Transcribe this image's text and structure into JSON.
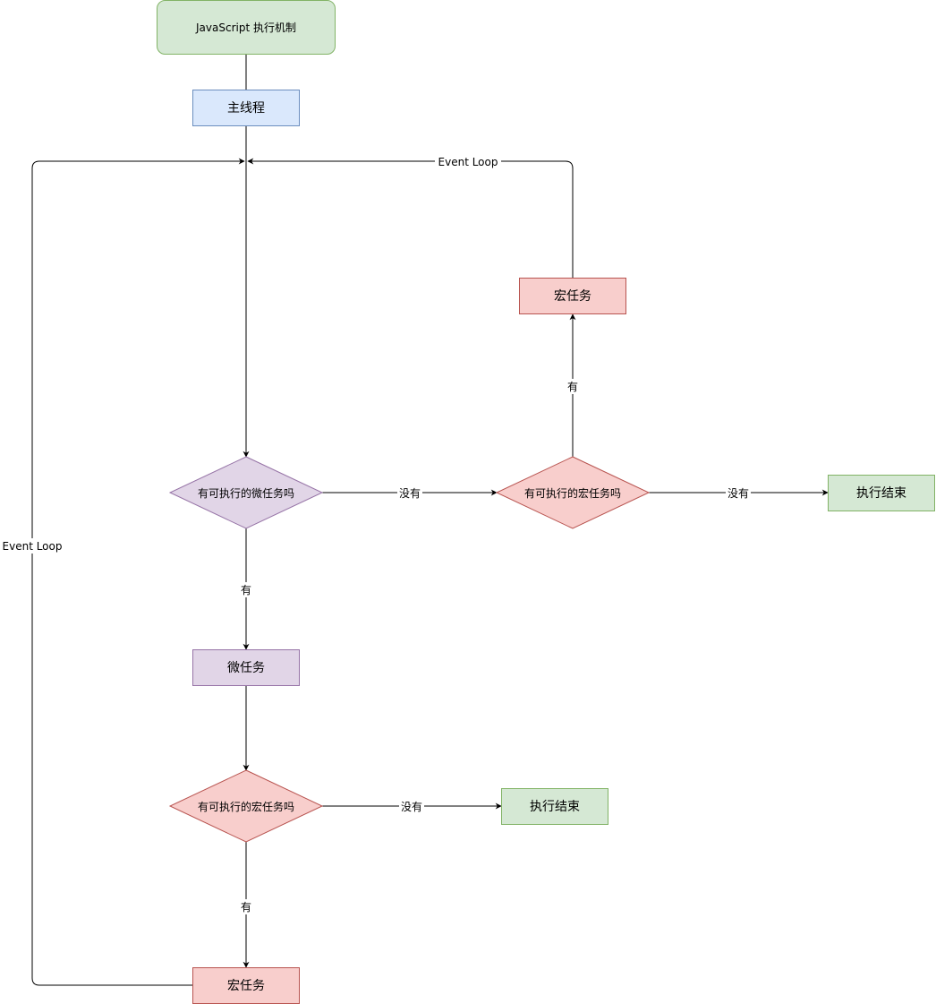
{
  "nodes": {
    "start": {
      "label": "JavaScript 执行机制"
    },
    "main_thread": {
      "label": "主线程"
    },
    "macro_task_top": {
      "label": "宏任务"
    },
    "micro_decision": {
      "label": "有可执行的微任务吗"
    },
    "macro_decision_right": {
      "label": "有可执行的宏任务吗"
    },
    "end_right": {
      "label": "执行结束"
    },
    "micro_task": {
      "label": "微任务"
    },
    "macro_decision_bottom": {
      "label": "有可执行的宏任务吗"
    },
    "end_middle": {
      "label": "执行结束"
    },
    "macro_task_bottom": {
      "label": "宏任务"
    }
  },
  "edges": {
    "loop_top_label": "Event Loop",
    "loop_left_label": "Event Loop",
    "micro_no": "没有",
    "macro_right_no": "没有",
    "macro_right_yes": "有",
    "micro_yes": "有",
    "macro_bottom_no": "没有",
    "macro_bottom_yes": "有"
  },
  "colors": {
    "green_fill": "#d5e8d4",
    "green_stroke": "#82b366",
    "blue_fill": "#dae8fc",
    "blue_stroke": "#6c8ebf",
    "red_fill": "#f8cecc",
    "red_stroke": "#b85450",
    "purple_fill": "#e1d5e7",
    "purple_stroke": "#9673a6",
    "edge": "#000000"
  }
}
